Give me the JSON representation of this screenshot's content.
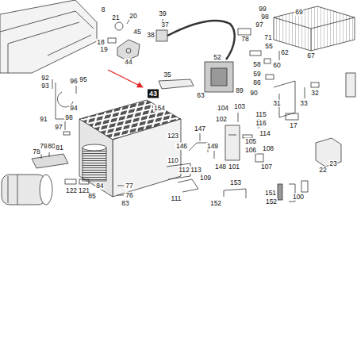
{
  "diagram": {
    "labels": [
      "8",
      "21",
      "20",
      "39",
      "99",
      "69",
      "98",
      "37",
      "97",
      "45",
      "38",
      "78",
      "71",
      "18",
      "19",
      "55",
      "62",
      "67",
      "44",
      "52",
      "58",
      "60",
      "59",
      "86",
      "89",
      "90",
      "92",
      "93",
      "96",
      "95",
      "35",
      "43",
      "63",
      "31",
      "33",
      "32",
      "94",
      "154",
      "104",
      "103",
      "102",
      "115",
      "98",
      "91",
      "116",
      "17",
      "97",
      "147",
      "114",
      "123",
      "105",
      "146",
      "149",
      "106",
      "108",
      "78",
      "79",
      "80",
      "81",
      "110",
      "148",
      "101",
      "107",
      "112",
      "113",
      "23",
      "22",
      "109",
      "84",
      "77",
      "121",
      "122",
      "153",
      "151",
      "100",
      "85",
      "111",
      "76",
      "152",
      "152",
      "83"
    ]
  }
}
